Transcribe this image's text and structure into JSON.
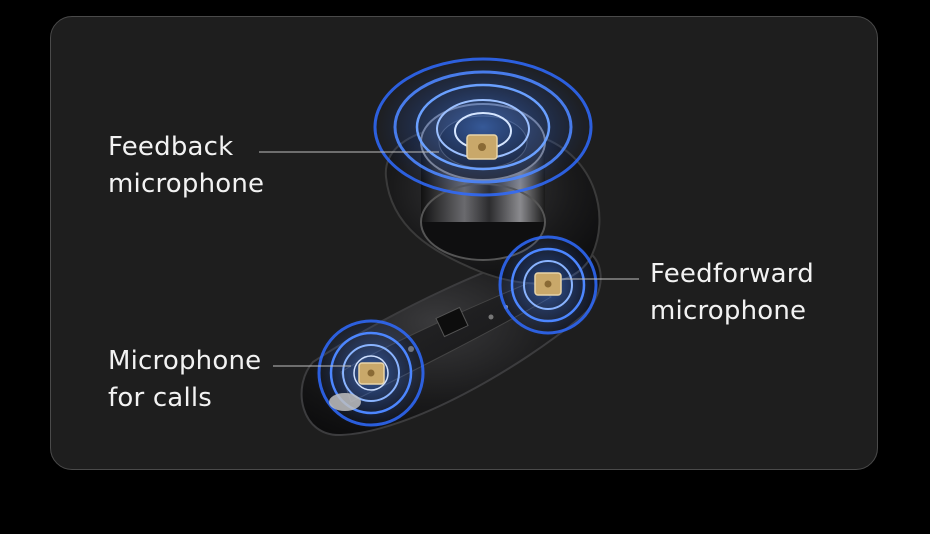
{
  "labels": {
    "feedback": {
      "line1": "Feedback",
      "line2": "microphone"
    },
    "feedforward": {
      "line1": "Feedforward",
      "line2": "microphone"
    },
    "calls": {
      "line1": "Microphone",
      "line2": "for calls"
    }
  },
  "colors": {
    "page_background": "#000000",
    "card_background": "#1e1e1e",
    "card_border": "#4a4a4a",
    "label_text": "#f2f2f2",
    "leader_line": "#bdbdbd",
    "ring_glow": "#2f7bff",
    "mic_chip": "#c9a86a"
  },
  "icons": [
    "earbud-cutaway-illustration",
    "microphone-chip-icon",
    "sound-ring-icon"
  ]
}
